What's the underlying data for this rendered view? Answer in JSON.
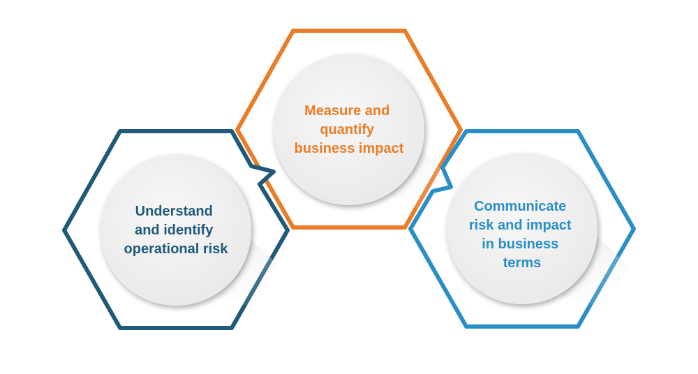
{
  "colors": {
    "dark_blue": "#1f5a7a",
    "orange": "#ea7d28",
    "light_blue": "#2a8fc6",
    "circle_fill": "#f2f2f2"
  },
  "nodes": [
    {
      "id": "understand",
      "lines": [
        "Understand",
        "and identify",
        "operational risk"
      ],
      "color": "#1f5a7a"
    },
    {
      "id": "measure",
      "lines": [
        "Measure and",
        "quantify",
        "business impact"
      ],
      "color": "#ea7d28"
    },
    {
      "id": "communicate",
      "lines": [
        "Communicate",
        "risk and impact",
        "in business",
        "terms"
      ],
      "color": "#2a8fc6"
    }
  ]
}
